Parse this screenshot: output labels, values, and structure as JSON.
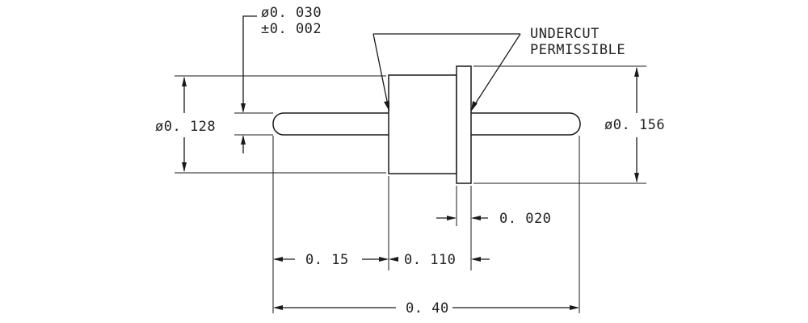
{
  "diagram": {
    "type": "pin-dimension-drawing",
    "labels": {
      "pin_diameter": "ø0. 030",
      "pin_tolerance": "±0. 002",
      "undercut_line1": "UNDERCUT",
      "undercut_line2": "PERMISSIBLE",
      "body_diameter": "ø0. 128",
      "flange_diameter": "ø0. 156",
      "flange_thickness": "0. 020",
      "pin_length_left": "0. 15",
      "body_length": "0. 110",
      "overall_length": "0. 40"
    }
  }
}
